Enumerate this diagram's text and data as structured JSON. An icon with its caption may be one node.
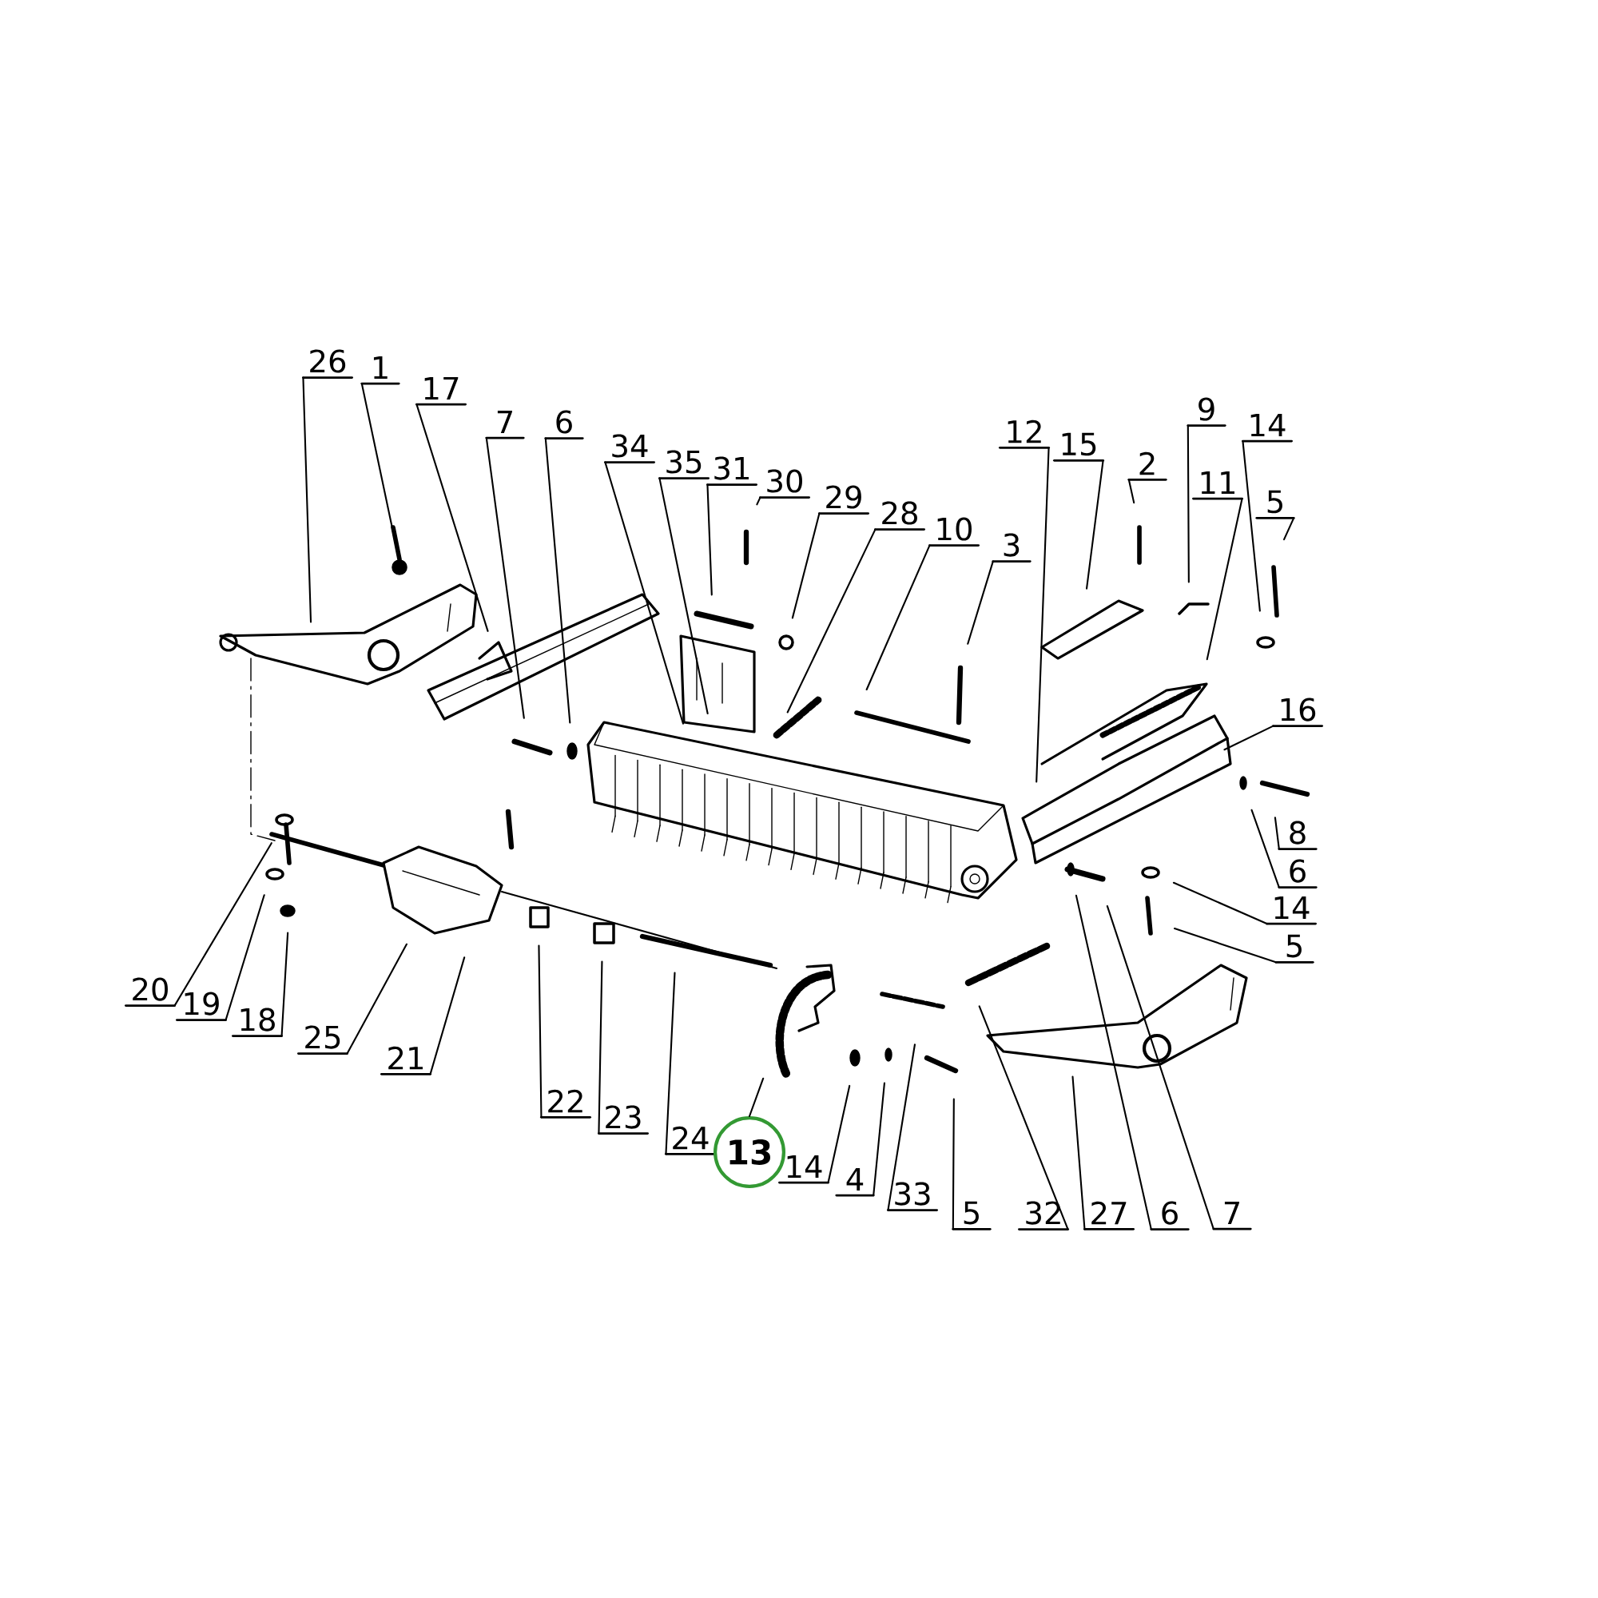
{
  "diagram": {
    "nodes": [
      {
        "text": [
          "26"
        ]
      },
      {
        "text": [
          "1"
        ]
      },
      {
        "text": [
          "17"
        ]
      },
      {
        "text": [
          "7"
        ]
      },
      {
        "text": [
          "6"
        ]
      },
      {
        "text": [
          "34"
        ]
      },
      {
        "text": [
          "35"
        ]
      },
      {
        "text": [
          "31"
        ]
      },
      {
        "text": [
          "30"
        ]
      },
      {
        "text": [
          "29"
        ]
      },
      {
        "text": [
          "28"
        ]
      },
      {
        "text": [
          "10"
        ]
      },
      {
        "text": [
          "3"
        ]
      },
      {
        "text": [
          "12"
        ]
      },
      {
        "text": [
          "15"
        ]
      },
      {
        "text": [
          "2"
        ]
      },
      {
        "text": [
          "9"
        ]
      },
      {
        "text": [
          "11"
        ]
      },
      {
        "text": [
          "14"
        ]
      },
      {
        "text": [
          "5"
        ]
      },
      {
        "text": [
          "16"
        ]
      },
      {
        "text": [
          "8"
        ]
      },
      {
        "text": [
          "6"
        ]
      },
      {
        "text": [
          "14"
        ]
      },
      {
        "text": [
          "5"
        ]
      },
      {
        "text": [
          "20"
        ]
      },
      {
        "text": [
          "19"
        ]
      },
      {
        "text": [
          "18"
        ]
      },
      {
        "text": [
          "25"
        ]
      },
      {
        "text": [
          "21"
        ]
      },
      {
        "text": [
          "22"
        ]
      },
      {
        "text": [
          "23"
        ]
      },
      {
        "text": [
          "24"
        ]
      },
      {
        "text": [
          "13"
        ]
      },
      {
        "text": [
          "14"
        ]
      },
      {
        "text": [
          "4"
        ]
      },
      {
        "text": [
          "33"
        ]
      },
      {
        "text": [
          "5"
        ]
      },
      {
        "text": [
          "32"
        ]
      },
      {
        "text": [
          "27"
        ]
      },
      {
        "text": [
          "6"
        ]
      },
      {
        "text": [
          "7"
        ]
      }
    ],
    "edges": [
      {
        "from": 0,
        "to": null,
        "arrow": "none"
      },
      {
        "from": 1,
        "to": null,
        "arrow": "none"
      },
      {
        "from": 2,
        "to": null,
        "arrow": "none"
      },
      {
        "from": 3,
        "to": null,
        "arrow": "none"
      },
      {
        "from": 4,
        "to": null,
        "arrow": "none"
      },
      {
        "from": 5,
        "to": null,
        "arrow": "none"
      },
      {
        "from": 6,
        "to": null,
        "arrow": "none"
      },
      {
        "from": 7,
        "to": null,
        "arrow": "none"
      },
      {
        "from": 8,
        "to": null,
        "arrow": "none"
      },
      {
        "from": 9,
        "to": null,
        "arrow": "none"
      },
      {
        "from": 10,
        "to": null,
        "arrow": "none"
      },
      {
        "from": 11,
        "to": null,
        "arrow": "none"
      },
      {
        "from": 12,
        "to": null,
        "arrow": "none"
      },
      {
        "from": 13,
        "to": null,
        "arrow": "none"
      },
      {
        "from": 14,
        "to": null,
        "arrow": "none"
      },
      {
        "from": 15,
        "to": null,
        "arrow": "none"
      },
      {
        "from": 16,
        "to": null,
        "arrow": "none"
      },
      {
        "from": 17,
        "to": null,
        "arrow": "none"
      },
      {
        "from": 18,
        "to": null,
        "arrow": "none"
      },
      {
        "from": 19,
        "to": null,
        "arrow": "none"
      },
      {
        "from": 20,
        "to": null,
        "arrow": "none"
      },
      {
        "from": 21,
        "to": null,
        "arrow": "none"
      },
      {
        "from": 22,
        "to": null,
        "arrow": "none"
      },
      {
        "from": 23,
        "to": null,
        "arrow": "none"
      },
      {
        "from": 24,
        "to": null,
        "arrow": "none"
      },
      {
        "from": 25,
        "to": null,
        "arrow": "none"
      },
      {
        "from": 26,
        "to": null,
        "arrow": "none"
      },
      {
        "from": 27,
        "to": null,
        "arrow": "none"
      },
      {
        "from": 28,
        "to": null,
        "arrow": "none"
      },
      {
        "from": 29,
        "to": null,
        "arrow": "none"
      },
      {
        "from": 30,
        "to": null,
        "arrow": "none"
      },
      {
        "from": 31,
        "to": null,
        "arrow": "none"
      },
      {
        "from": 32,
        "to": null,
        "arrow": "none"
      },
      {
        "from": 33,
        "to": null,
        "arrow": "none"
      },
      {
        "from": 34,
        "to": null,
        "arrow": "none"
      },
      {
        "from": 35,
        "to": null,
        "arrow": "none"
      },
      {
        "from": 36,
        "to": null,
        "arrow": "none"
      },
      {
        "from": 37,
        "to": null,
        "arrow": "none"
      },
      {
        "from": 38,
        "to": null,
        "arrow": "none"
      },
      {
        "from": 39,
        "to": null,
        "arrow": "none"
      },
      {
        "from": 40,
        "to": null,
        "arrow": "none"
      },
      {
        "from": 41,
        "to": null,
        "arrow": "none"
      }
    ]
  }
}
